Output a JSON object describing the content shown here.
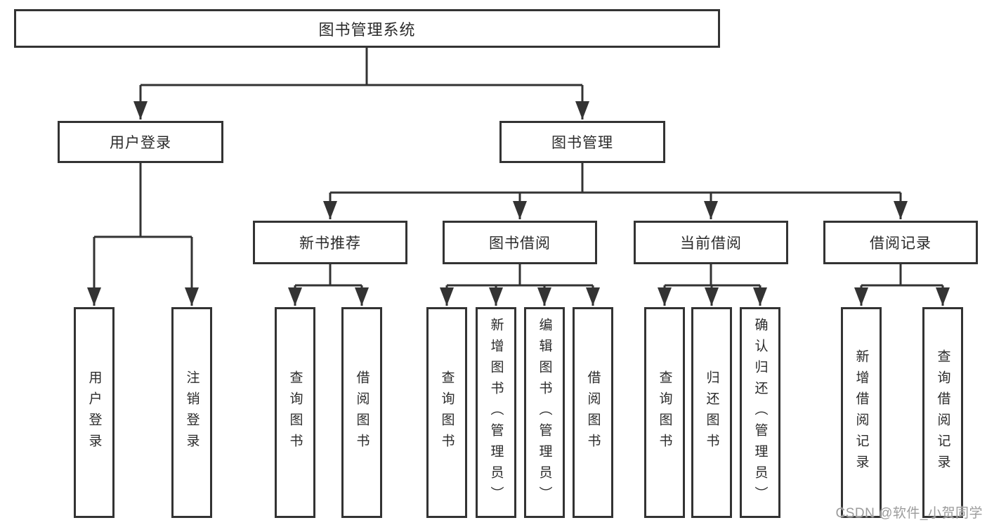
{
  "diagram": {
    "root": {
      "label": "图书管理系统"
    },
    "level2": [
      {
        "label": "用户登录"
      },
      {
        "label": "图书管理"
      }
    ],
    "level3": [
      {
        "label": "新书推荐"
      },
      {
        "label": "图书借阅"
      },
      {
        "label": "当前借阅"
      },
      {
        "label": "借阅记录"
      }
    ],
    "leaves": {
      "user": [
        {
          "label": "用户登录"
        },
        {
          "label": "注销登录"
        }
      ],
      "newbook": [
        {
          "label": "查询图书"
        },
        {
          "label": "借阅图书"
        }
      ],
      "borrow": [
        {
          "label": "查询图书"
        },
        {
          "label": "新增图书（管理员）"
        },
        {
          "label": "编辑图书（管理员）"
        },
        {
          "label": "借阅图书"
        }
      ],
      "current": [
        {
          "label": "查询图书"
        },
        {
          "label": "归还图书"
        },
        {
          "label": "确认归还（管理员）"
        }
      ],
      "record": [
        {
          "label": "新增借阅记录"
        },
        {
          "label": "查询借阅记录"
        }
      ]
    },
    "watermark": "CSDN @软件_小贺同学",
    "colors": {
      "line": "#333333",
      "box_border": "#333333",
      "box_fill": "#ffffff",
      "background": "#ffffff",
      "watermark": "#9c9c9c"
    }
  }
}
